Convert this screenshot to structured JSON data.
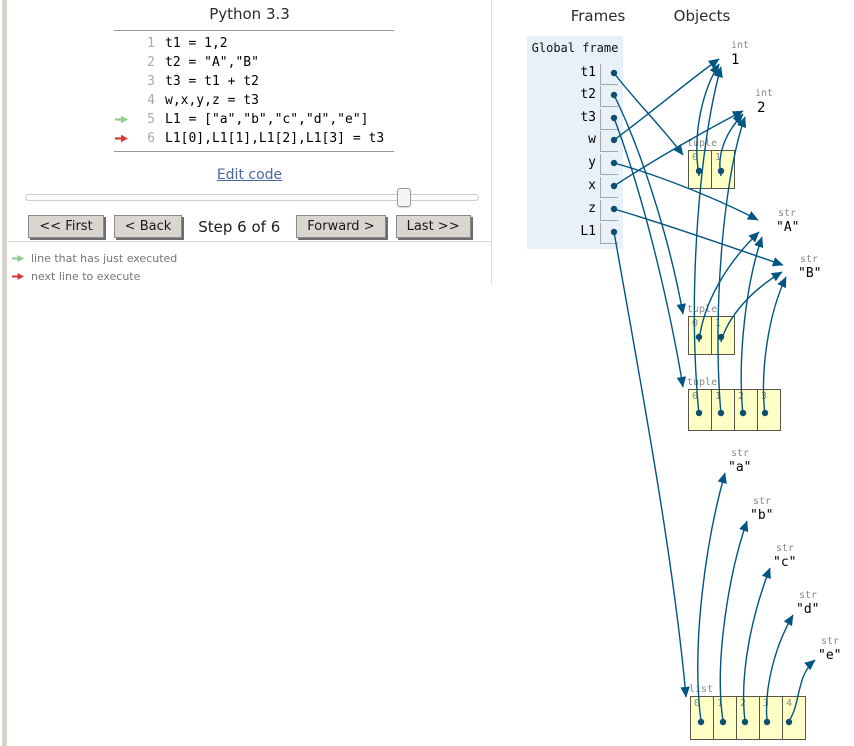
{
  "left_panel": {
    "title": "Python 3.3",
    "code": {
      "lines": [
        {
          "num": "1",
          "text": "t1 = 1,2",
          "marker": null
        },
        {
          "num": "2",
          "text": "t2 = \"A\",\"B\"",
          "marker": null
        },
        {
          "num": "3",
          "text": "t3 = t1 + t2",
          "marker": null
        },
        {
          "num": "4",
          "text": "w,x,y,z = t3",
          "marker": null
        },
        {
          "num": "5",
          "text": "L1 = [\"a\",\"b\",\"c\",\"d\",\"e\"]",
          "marker": "just-executed"
        },
        {
          "num": "6",
          "text": "L1[0],L1[1],L1[2],L1[3] = t3",
          "marker": "next-to-execute"
        }
      ]
    },
    "edit_link": "Edit code",
    "slider": {
      "value_percent": 82
    },
    "controls": {
      "first": "<< First",
      "back": "< Back",
      "step_label": "Step 6 of 6",
      "forward": "Forward >",
      "last": "Last >>"
    },
    "legend": [
      {
        "kind": "just-executed",
        "label": "line that has just executed"
      },
      {
        "kind": "next-to-execute",
        "label": "next line to execute"
      }
    ]
  },
  "right_panel": {
    "frames_header": "Frames",
    "objects_header": "Objects",
    "global_frame": {
      "label": "Global frame",
      "variables": [
        "t1",
        "t2",
        "t3",
        "w",
        "y",
        "x",
        "z",
        "L1"
      ]
    },
    "objects": [
      {
        "id": "int1",
        "type": "int",
        "value": "1"
      },
      {
        "id": "int2",
        "type": "int",
        "value": "2"
      },
      {
        "id": "tuple1",
        "type": "tuple",
        "indices": [
          "0",
          "1"
        ]
      },
      {
        "id": "tuple2",
        "type": "tuple",
        "indices": [
          "0",
          "1"
        ]
      },
      {
        "id": "tuple3",
        "type": "tuple",
        "indices": [
          "0",
          "1",
          "2",
          "3"
        ]
      },
      {
        "id": "strA",
        "type": "str",
        "value": "\"A\""
      },
      {
        "id": "strB",
        "type": "str",
        "value": "\"B\""
      },
      {
        "id": "str_a",
        "type": "str",
        "value": "\"a\""
      },
      {
        "id": "str_b",
        "type": "str",
        "value": "\"b\""
      },
      {
        "id": "str_c",
        "type": "str",
        "value": "\"c\""
      },
      {
        "id": "str_d",
        "type": "str",
        "value": "\"d\""
      },
      {
        "id": "str_e",
        "type": "str",
        "value": "\"e\""
      },
      {
        "id": "list1",
        "type": "list",
        "indices": [
          "0",
          "1",
          "2",
          "3",
          "4"
        ]
      }
    ],
    "pointers": [
      {
        "from": "t1",
        "to": "tuple1"
      },
      {
        "from": "t2",
        "to": "tuple2"
      },
      {
        "from": "t3",
        "to": "tuple3"
      },
      {
        "from": "w",
        "to": "int1"
      },
      {
        "from": "y",
        "to": "strA"
      },
      {
        "from": "x",
        "to": "int2"
      },
      {
        "from": "z",
        "to": "strB"
      },
      {
        "from": "L1",
        "to": "list1"
      },
      {
        "from": "tuple1[0]",
        "to": "int1"
      },
      {
        "from": "tuple1[1]",
        "to": "int2"
      },
      {
        "from": "tuple2[0]",
        "to": "strA"
      },
      {
        "from": "tuple2[1]",
        "to": "strB"
      },
      {
        "from": "tuple3[0]",
        "to": "int1"
      },
      {
        "from": "tuple3[1]",
        "to": "int2"
      },
      {
        "from": "tuple3[2]",
        "to": "strA"
      },
      {
        "from": "tuple3[3]",
        "to": "strB"
      },
      {
        "from": "list1[0]",
        "to": "str_a"
      },
      {
        "from": "list1[1]",
        "to": "str_b"
      },
      {
        "from": "list1[2]",
        "to": "str_c"
      },
      {
        "from": "list1[3]",
        "to": "str_d"
      },
      {
        "from": "list1[4]",
        "to": "str_e"
      }
    ]
  },
  "colors": {
    "pointer_arrow": "#005583",
    "anchor_dot": "#0d4f70",
    "executed_green": "#8ccf8c",
    "next_red": "#d63a3a",
    "cell_yellow": "#ffffc6",
    "frame_bg": "#e9f1f8"
  }
}
